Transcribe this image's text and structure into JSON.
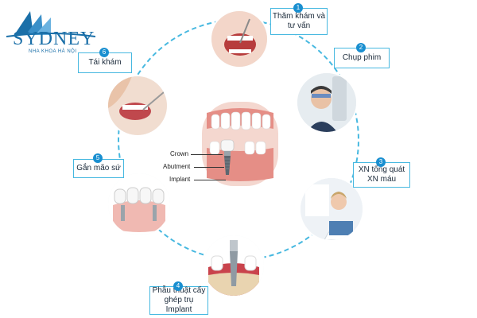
{
  "brand": {
    "name": "SYDNEY",
    "tagline": "NHA KHOA HÀ NỘI",
    "accent": "#1a6fa8"
  },
  "ring_color": "#46b8e0",
  "steps": [
    {
      "num": "1",
      "text": "Thăm khám và tư vấn"
    },
    {
      "num": "2",
      "text": "Chụp phim"
    },
    {
      "num": "3",
      "text": "XN tổng quát XN máu"
    },
    {
      "num": "4",
      "text": "Phẫu thuật cấy ghép trụ Implant"
    },
    {
      "num": "5",
      "text": "Gắn mão sứ"
    },
    {
      "num": "6",
      "text": "Tái khám"
    }
  ],
  "implant_labels": {
    "crown": "Crown",
    "abutment": "Abutment",
    "implant": "Implant"
  }
}
